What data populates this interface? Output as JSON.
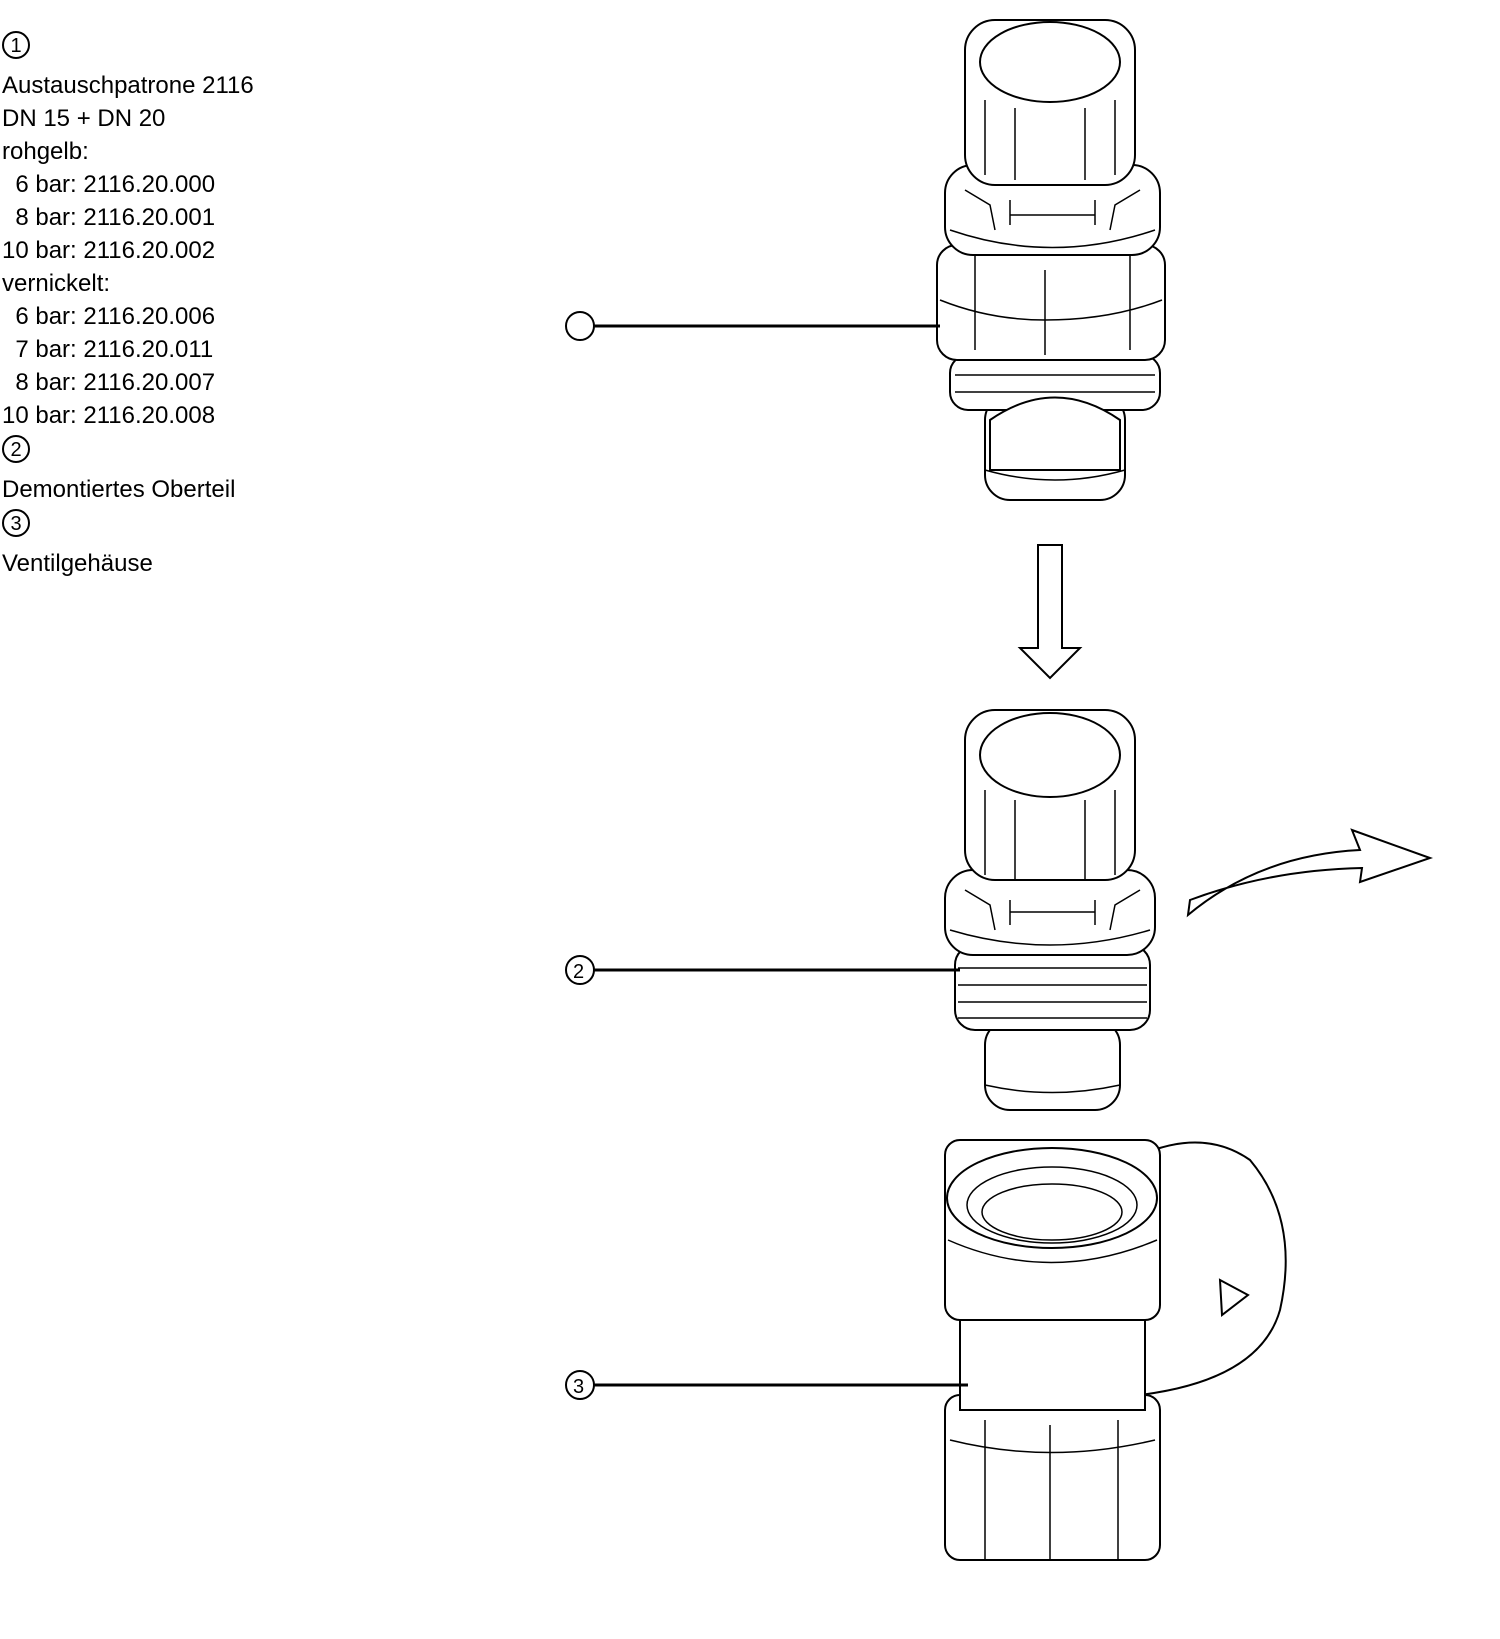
{
  "legend": {
    "items": [
      {
        "number": "1",
        "lines": [
          "Austauschpatrone 2116",
          "DN 15 + DN 20",
          "rohgelb:",
          "  6 bar: 2116.20.000",
          "  8 bar: 2116.20.001",
          "10 bar: 2116.20.002",
          "vernickelt:",
          "  6 bar: 2116.20.006",
          "  7 bar: 2116.20.011",
          "  8 bar: 2116.20.007",
          "10 bar: 2116.20.008"
        ]
      },
      {
        "number": "2",
        "lines": [
          "Demontiertes Oberteil"
        ]
      },
      {
        "number": "3",
        "lines": [
          "Ventilgehäuse"
        ]
      }
    ]
  },
  "callouts": {
    "c2": "2",
    "c3": "3"
  }
}
